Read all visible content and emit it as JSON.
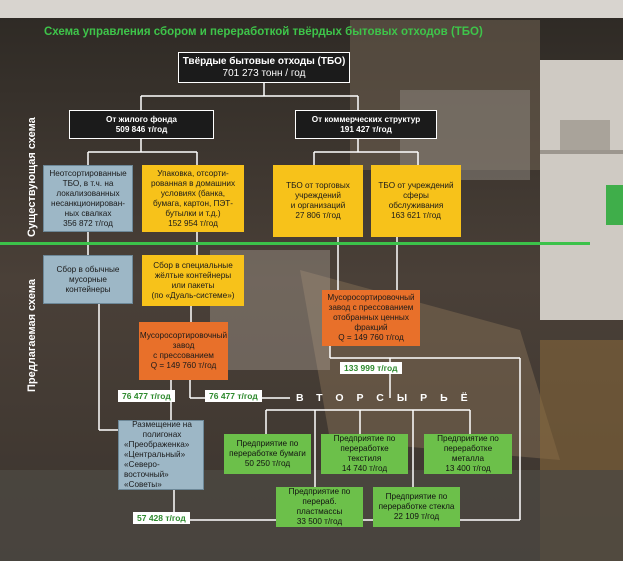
{
  "title": "Схема управления сбором и переработкой твёрдых бытовых отходов (ТБО)",
  "side_labels": {
    "existing": "Существующая схема",
    "proposed": "Предлагаемая схема"
  },
  "boxes": {
    "tbo": {
      "line1": "Твёрдые бытовые отходы (ТБО)",
      "line2": "701 273 тонн / год"
    },
    "housing": {
      "line1": "От жилого фонда",
      "line2": "509 846 т/год"
    },
    "commercial": {
      "line1": "От коммерческих структур",
      "line2": "191 427 т/год"
    },
    "unsorted": {
      "lines": [
        "Неотсортированные",
        "ТБО, в т.ч. на",
        "локализованных",
        "несанкционирован-",
        "ных свалках",
        "356 872 т/год"
      ]
    },
    "packaging": {
      "lines": [
        "Упаковка, отсорти-",
        "рованная в домашних",
        "условиях (банка,",
        "бумага, картон, ПЭТ-",
        "бутылки и т.д.)",
        "152 954 т/год"
      ]
    },
    "trade": {
      "lines": [
        "ТБО от торговых",
        "учреждений",
        "и организаций",
        "27 806 т/год"
      ]
    },
    "service": {
      "lines": [
        "ТБО от учреждений",
        "сферы",
        "обслуживания",
        "163 621 т/год"
      ]
    },
    "regular_bins": {
      "lines": [
        "Сбор в обычные",
        "мусорные",
        "контейнеры"
      ]
    },
    "yellow_bins": {
      "lines": [
        "Сбор в специальные",
        "жёлтые контейнеры",
        "или пакеты",
        "(по «Дуаль-системе»)"
      ]
    },
    "plant_left": {
      "lines": [
        "Мусоросортировочный",
        "завод",
        "с прессованием",
        "Q = 149 760 т/год"
      ]
    },
    "plant_right": {
      "lines": [
        "Мусоросортировочный",
        "завод с прессованием",
        "отобранных ценных",
        "фракций",
        "Q = 149 760 т/год"
      ]
    },
    "landfill": {
      "lines": [
        "Размещение на",
        "полигонах",
        "«Преображенка»",
        "«Центральный»",
        "«Северо-восточный»",
        "«Советы»"
      ]
    },
    "paper": {
      "lines": [
        "Предприятие по",
        "переработке бумаги",
        "50 250 т/год"
      ]
    },
    "textile": {
      "lines": [
        "Предприятие по",
        "переработке текстиля",
        "14 740 т/год"
      ]
    },
    "metal": {
      "lines": [
        "Предприятие по",
        "переработке металла",
        "13 400 т/год"
      ]
    },
    "plastic": {
      "lines": [
        "Предприятие по",
        "перераб. пластмассы",
        "33 500 т/год"
      ]
    },
    "glass": {
      "lines": [
        "Предприятие по",
        "переработке стекла",
        "22 109 т/год"
      ]
    }
  },
  "flow_labels": {
    "f133999": "133 999 т/год",
    "f76477a": "76 477 т/год",
    "f76477b": "76 477 т/год",
    "f57428": "57 428 т/год"
  },
  "secondary_label": "ВТОРСЫРЬЁ",
  "colors": {
    "title_green": "#3ec44a",
    "separator": "#3cc24a",
    "dark_box": "#1b1b1b",
    "blue_box": "#9db7c6",
    "yellow_box": "#f7c21a",
    "orange_box": "#e8702a",
    "green_box": "#6cc04a"
  }
}
